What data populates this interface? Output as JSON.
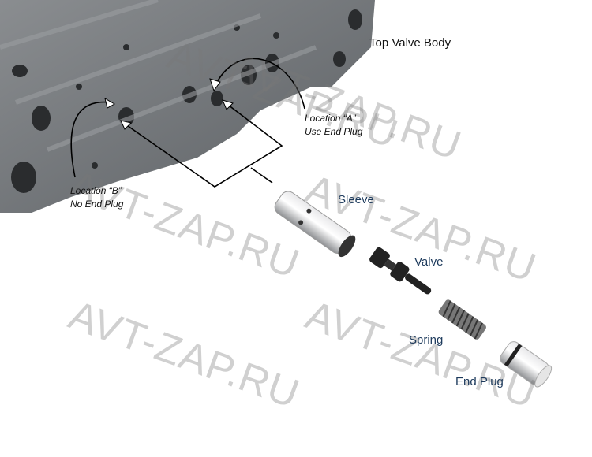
{
  "title": "Top Valve Body",
  "location_a": {
    "line1": "Location “A”",
    "line2": "Use End Plug"
  },
  "location_b": {
    "line1": "Location “B”",
    "line2": "No End Plug"
  },
  "parts": {
    "sleeve": "Sleeve",
    "valve": "Valve",
    "spring": "Spring",
    "end_plug": "End Plug"
  },
  "watermark": "AVT-ZAP.RU",
  "colors": {
    "label_blue": "#1d3a5c",
    "body_gray": "#707478"
  }
}
